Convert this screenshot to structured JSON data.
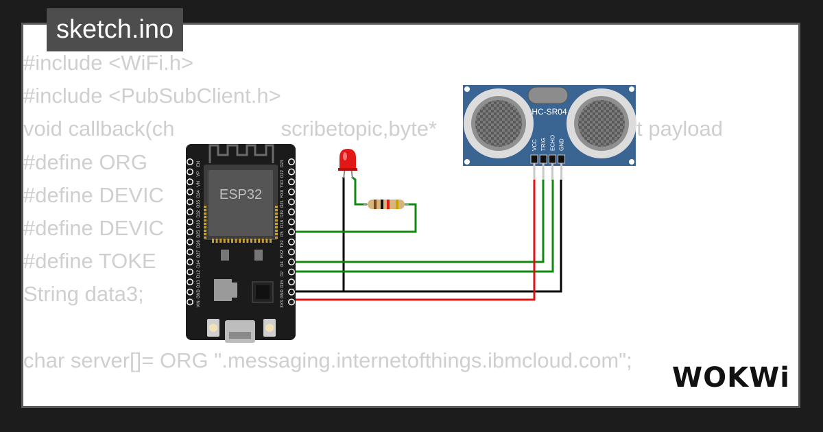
{
  "title": "sketch.ino",
  "code_lines": [
    "#include <WiFi.h>",
    "#include <PubSubClient.h>",
    "void callback(ch                  scribetopic,byte*                          ed int payload",
    "#define ORG",
    "#define DEVIC                 T\"",
    "#define DEVIC",
    "#define TOKE                 78\"",
    "String data3;",
    "",
    "char server[]= ORG \".messaging.internetofthings.ibmcloud.com\";",
    ""
  ],
  "esp32": {
    "label": "ESP32",
    "left_pins": [
      "EN",
      "VP",
      "VN",
      "D34",
      "D35",
      "D32",
      "D33",
      "D25",
      "D26",
      "D27",
      "D14",
      "D12",
      "D13",
      "GND",
      "VIN"
    ],
    "right_pins": [
      "D23",
      "D22",
      "TX0",
      "RX0",
      "D21",
      "D19",
      "D18",
      "D5",
      "TX2",
      "RX2",
      "D4",
      "D2",
      "D15",
      "GND",
      "3V3"
    ]
  },
  "hcsr04": {
    "label": "HC-SR04",
    "pins": [
      "VCC",
      "TRIG",
      "ECHO",
      "GND"
    ]
  },
  "logo": "WOKWi",
  "colors": {
    "background": "#1c1c1c",
    "title_tab": "#4d4d4d",
    "code_text": "#cfcfcf",
    "board": "#1b1b1b",
    "module": "#3a6593",
    "wire_green": "#118811",
    "wire_red": "#dd1111",
    "wire_black": "#000000",
    "led": "#e21818"
  }
}
